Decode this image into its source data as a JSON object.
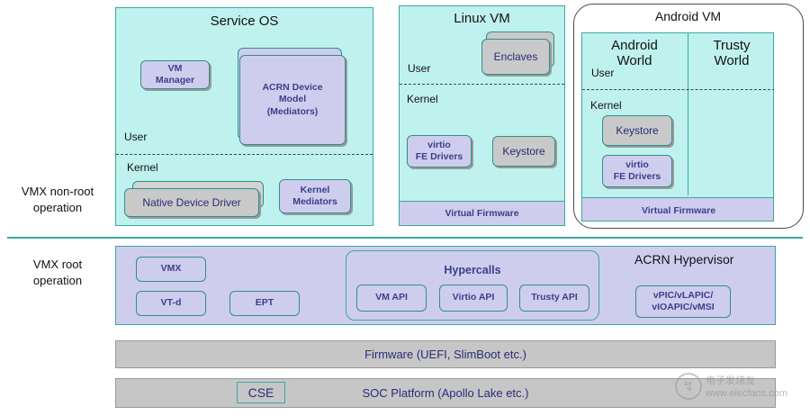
{
  "left_labels": {
    "non_root_line1": "VMX non-root",
    "non_root_line2": "operation",
    "root_line1": "VMX root",
    "root_line2": "operation"
  },
  "service_os": {
    "title": "Service OS",
    "vm_manager_line1": "VM",
    "vm_manager_line2": "Manager",
    "device_model_line1": "ACRN Device",
    "device_model_line2": "Model",
    "device_model_line3": "(Mediators)",
    "user_label": "User",
    "kernel_label": "Kernel",
    "native_driver": "Native Device Driver",
    "kernel_mediators_line1": "Kernel",
    "kernel_mediators_line2": "Mediators"
  },
  "linux_vm": {
    "title": "Linux VM",
    "enclaves": "Enclaves",
    "user_label": "User",
    "kernel_label": "Kernel",
    "virtio_line1": "virtio",
    "virtio_line2": "FE Drivers",
    "keystore": "Keystore",
    "virtual_firmware": "Virtual Firmware"
  },
  "android_vm": {
    "title": "Android VM",
    "android_world_line1": "Android",
    "android_world_line2": "World",
    "trusty_world_line1": "Trusty",
    "trusty_world_line2": "World",
    "user_label": "User",
    "kernel_label": "Kernel",
    "keystore": "Keystore",
    "virtio_line1": "virtio",
    "virtio_line2": "FE Drivers",
    "virtual_firmware": "Virtual Firmware"
  },
  "hypervisor": {
    "title": "ACRN Hypervisor",
    "vmx": "VMX",
    "vtd": "VT-d",
    "ept": "EPT",
    "hypercalls_title": "Hypercalls",
    "vm_api": "VM API",
    "virtio_api": "Virtio API",
    "trusty_api": "Trusty API",
    "vpic_line1": "vPIC/vLAPIC/",
    "vpic_line2": "vIOAPIC/vMSI"
  },
  "firmware": "Firmware (UEFI, SlimBoot etc.)",
  "soc": {
    "cse": "CSE",
    "platform": "SOC Platform (Apollo Lake etc.)"
  },
  "watermark": "电子发烧友 www.elecfans.com",
  "colors": {
    "cyan": "#bff2ef",
    "purple": "#cfcdee",
    "gray": "#c6c6c6",
    "teal_border": "#3aa7a3",
    "text_purple": "#3b3e8a"
  }
}
